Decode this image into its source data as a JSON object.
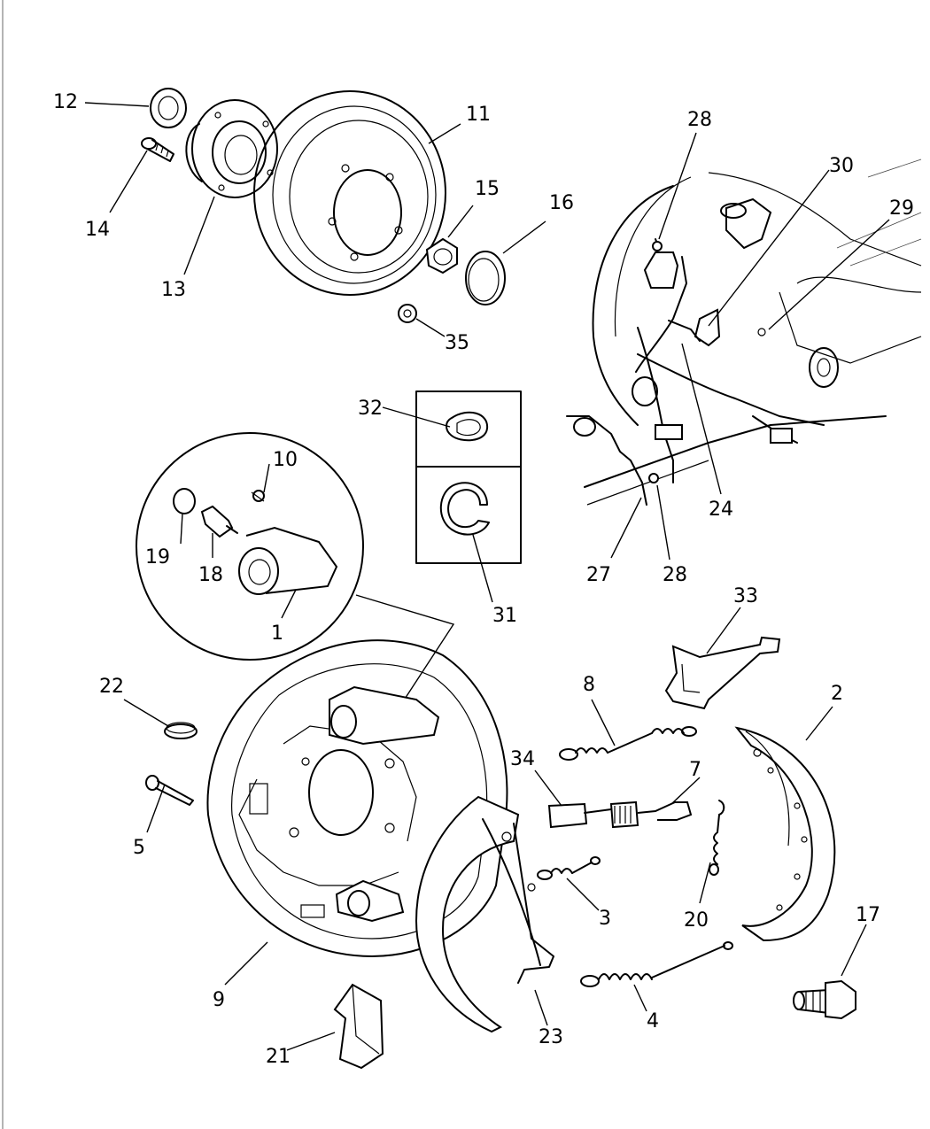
{
  "callouts": {
    "c1": "1",
    "c2": "2",
    "c3": "3",
    "c4": "4",
    "c5": "5",
    "c7": "7",
    "c8": "8",
    "c9": "9",
    "c10": "10",
    "c11": "11",
    "c12": "12",
    "c13": "13",
    "c14": "14",
    "c15": "15",
    "c16": "16",
    "c17": "17",
    "c18": "18",
    "c19": "19",
    "c20": "20",
    "c21": "21",
    "c22": "22",
    "c23": "23",
    "c24": "24",
    "c27": "27",
    "c28a": "28",
    "c28b": "28",
    "c29": "29",
    "c30": "30",
    "c31": "31",
    "c32": "32",
    "c33": "33",
    "c34": "34",
    "c35": "35"
  }
}
